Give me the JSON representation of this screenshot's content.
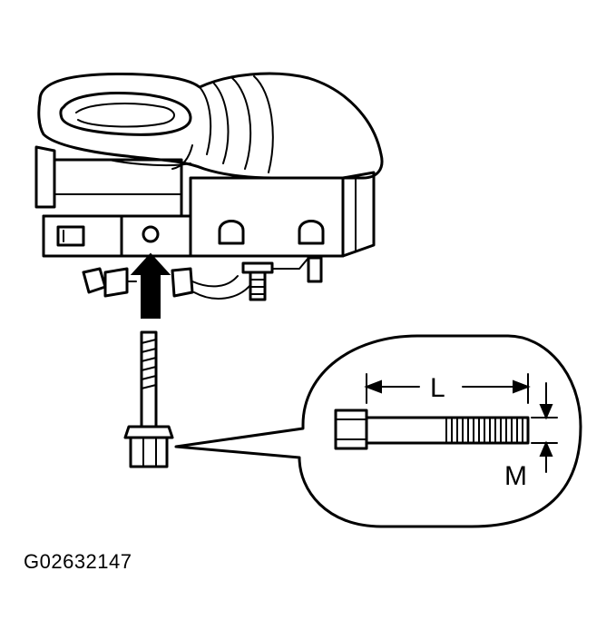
{
  "diagram": {
    "dimension_labels": {
      "length": "L",
      "diameter": "M"
    }
  },
  "figure_id": "G02632147"
}
